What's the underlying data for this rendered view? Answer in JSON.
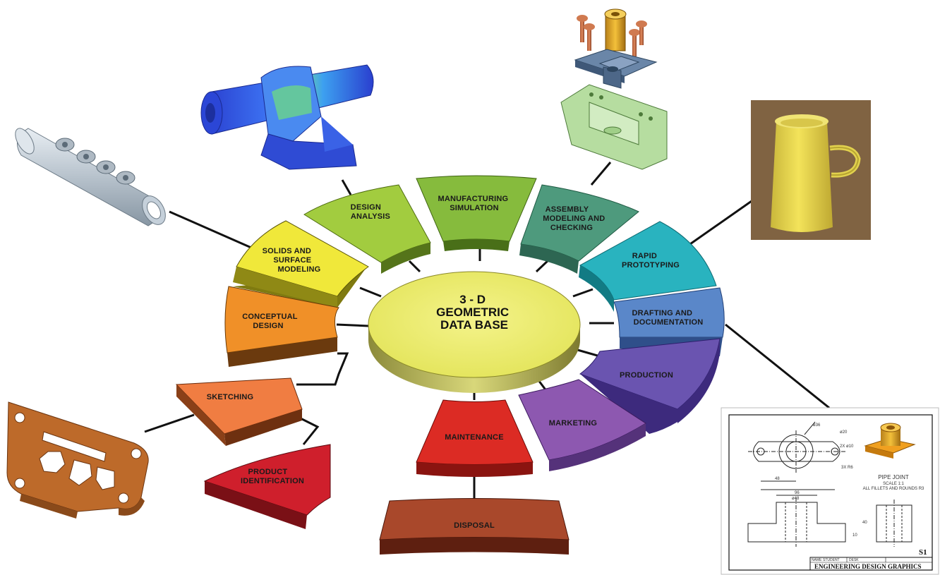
{
  "hub": {
    "line1": "3 - D",
    "line2": "GEOMETRIC",
    "line3": "DATA BASE"
  },
  "segments": {
    "solids": [
      "SOLIDS AND",
      "SURFACE",
      "MODELING"
    ],
    "design_analysis": [
      "DESIGN",
      "ANALYSIS"
    ],
    "manufacturing": [
      "MANUFACTURING",
      "SIMULATION"
    ],
    "assembly": [
      "ASSEMBLY",
      "MODELING AND",
      "CHECKING"
    ],
    "rapid": [
      "RAPID",
      "PROTOTYPING"
    ],
    "drafting": [
      "DRAFTING AND",
      "DOCUMENTATION"
    ],
    "production": [
      "PRODUCTION"
    ],
    "marketing": [
      "MARKETING"
    ],
    "maintenance": [
      "MAINTENANCE"
    ],
    "disposal": [
      "DISPOSAL"
    ],
    "conceptual": [
      "CONCEPTUAL",
      "DESIGN"
    ],
    "sketching": [
      "SKETCHING"
    ],
    "product_id": [
      "PRODUCT",
      "IDENTIFICATION"
    ]
  },
  "drawing": {
    "title": "PIPE JOINT",
    "scale": "SCALE 1:1",
    "note": "ALL FILLETS AND ROUNDS R3",
    "sheet": "S1",
    "titleblock": "ENGINEERING DESIGN GRAPHICS",
    "name_label": "NAME",
    "student": "STUDENT",
    "desk_label": "DESK",
    "dims": [
      "ø36",
      "ø20",
      "2X ø10",
      "3X R6",
      "48",
      "96",
      "ø48",
      "10",
      "40"
    ]
  },
  "colors": {
    "hub": "#e9ea6a",
    "solids": "#f0e83a",
    "design_analysis": "#a2cc3f",
    "manufacturing": "#86bb3d",
    "assembly": "#4e9a7d",
    "rapid": "#29b3bf",
    "drafting": "#5a87c9",
    "production": "#6a54b0",
    "marketing": "#8d58b0",
    "maintenance": "#dc2b24",
    "disposal": "#a9482b",
    "conceptual": "#f09028",
    "sketching": "#f07d42",
    "product_id": "#cf1f2c"
  },
  "icons": {
    "fitting": "pipe-fitting-model-icon",
    "bearing": "pillow-block-fea-model-icon",
    "assembly": "exploded-bracket-assembly-icon",
    "cup": "prototype-cup-photo-icon",
    "plate": "sketch-plate-model-icon",
    "drawing": "engineering-drawing-sheet-icon"
  }
}
